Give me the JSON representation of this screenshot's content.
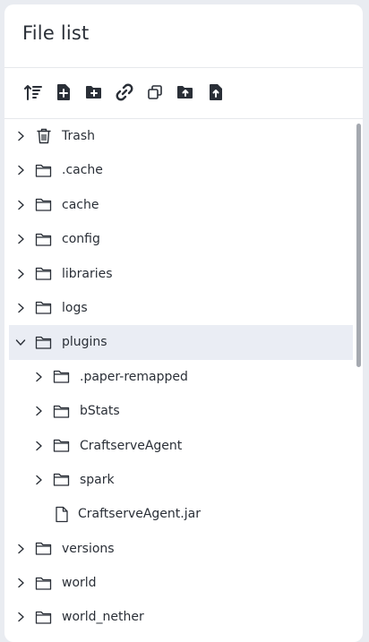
{
  "panel": {
    "title": "File list"
  },
  "toolbar": {
    "buttons": [
      {
        "icon": "sort-icon"
      },
      {
        "icon": "new-file-icon"
      },
      {
        "icon": "new-folder-icon"
      },
      {
        "icon": "link-icon"
      },
      {
        "icon": "copy-icon"
      },
      {
        "icon": "upload-folder-icon"
      },
      {
        "icon": "upload-file-icon"
      }
    ]
  },
  "tree": {
    "items": [
      {
        "label": "Trash",
        "type": "trash",
        "depth": 0,
        "expandable": true,
        "expanded": false,
        "selected": false
      },
      {
        "label": ".cache",
        "type": "folder",
        "depth": 0,
        "expandable": true,
        "expanded": false,
        "selected": false
      },
      {
        "label": "cache",
        "type": "folder",
        "depth": 0,
        "expandable": true,
        "expanded": false,
        "selected": false
      },
      {
        "label": "config",
        "type": "folder",
        "depth": 0,
        "expandable": true,
        "expanded": false,
        "selected": false
      },
      {
        "label": "libraries",
        "type": "folder",
        "depth": 0,
        "expandable": true,
        "expanded": false,
        "selected": false
      },
      {
        "label": "logs",
        "type": "folder",
        "depth": 0,
        "expandable": true,
        "expanded": false,
        "selected": false
      },
      {
        "label": "plugins",
        "type": "folder",
        "depth": 0,
        "expandable": true,
        "expanded": true,
        "selected": true
      },
      {
        "label": ".paper-remapped",
        "type": "folder",
        "depth": 1,
        "expandable": true,
        "expanded": false,
        "selected": false
      },
      {
        "label": "bStats",
        "type": "folder",
        "depth": 1,
        "expandable": true,
        "expanded": false,
        "selected": false
      },
      {
        "label": "CraftserveAgent",
        "type": "folder",
        "depth": 1,
        "expandable": true,
        "expanded": false,
        "selected": false
      },
      {
        "label": "spark",
        "type": "folder",
        "depth": 1,
        "expandable": true,
        "expanded": false,
        "selected": false
      },
      {
        "label": "CraftserveAgent.jar",
        "type": "file",
        "depth": 1,
        "expandable": false,
        "expanded": false,
        "selected": false
      },
      {
        "label": "versions",
        "type": "folder",
        "depth": 0,
        "expandable": true,
        "expanded": false,
        "selected": false
      },
      {
        "label": "world",
        "type": "folder",
        "depth": 0,
        "expandable": true,
        "expanded": false,
        "selected": false
      },
      {
        "label": "world_nether",
        "type": "folder",
        "depth": 0,
        "expandable": true,
        "expanded": false,
        "selected": false
      }
    ]
  },
  "colors": {
    "text": "#2a2f37",
    "selected_row": "#eaedf4",
    "scrollbar": "#a5a9b0"
  }
}
